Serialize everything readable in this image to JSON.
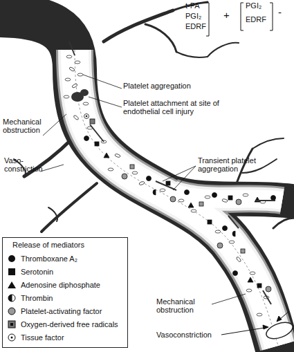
{
  "diagram": {
    "labels": [
      "t-PA",
      "PGI₂",
      "EDRF",
      "+",
      "PGI₂",
      "EDRF",
      "-",
      "Platelet aggregation",
      "Platelet attachment at site of endothelial cell injury",
      "Mechanical obstruction",
      "Vaso- constriction",
      "Transient platelet aggregation",
      "Mechanical obstruction",
      "Vasoconstriction",
      "Release of mediators"
    ],
    "legend": [
      {
        "text": "Thromboxane A₂"
      },
      {
        "text": "Serotonin"
      },
      {
        "text": "Adenosine diphosphate"
      },
      {
        "text": "Thrombin"
      },
      {
        "text": "Platelet-activating factor"
      },
      {
        "text": "Oxygen-derived free radicals"
      },
      {
        "text": "Tissue factor"
      }
    ]
  }
}
